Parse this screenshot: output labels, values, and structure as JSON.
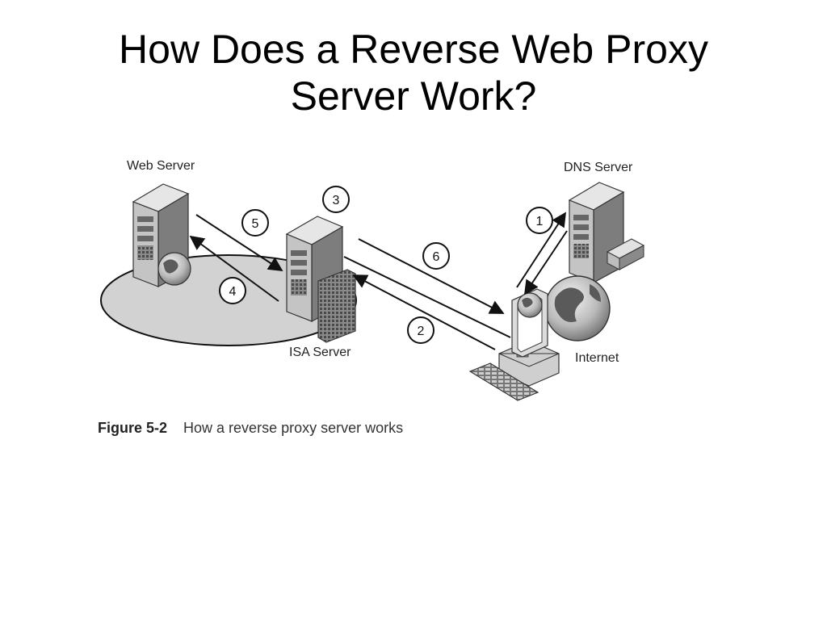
{
  "title": {
    "line1": "How Does a Reverse Web Proxy",
    "line2": "Server Work?"
  },
  "nodes": {
    "web_server": "Web Server",
    "isa_server": "ISA Server",
    "dns_server": "DNS Server",
    "internet": "Internet"
  },
  "steps": [
    "1",
    "2",
    "3",
    "4",
    "5",
    "6"
  ],
  "caption": {
    "figure": "Figure 5-2",
    "text": "How a reverse proxy server works"
  },
  "icons": [
    "server-tower-icon",
    "globe-icon",
    "firewall-icon",
    "client-computer-icon",
    "keyboard-icon",
    "modem-icon"
  ]
}
